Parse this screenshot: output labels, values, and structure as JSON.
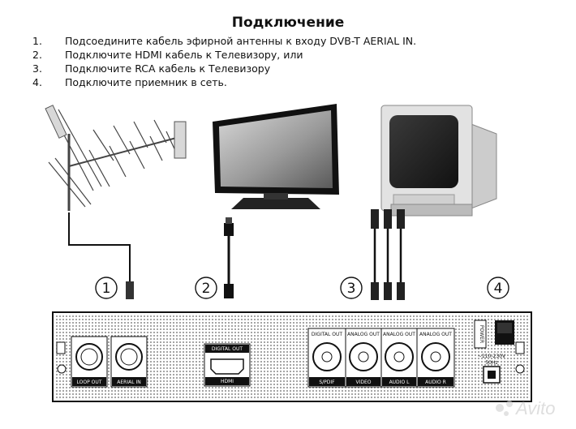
{
  "title": "Подключение",
  "steps": [
    {
      "num": "1.",
      "text": "Подсоедините кабель эфирной антенны к входу  DVB-T AERIAL IN."
    },
    {
      "num": "2.",
      "text": "Подключите HDMI кабель к Телевизору, или"
    },
    {
      "num": "3.",
      "text": "Подключите RCA кабель к Телевизору"
    },
    {
      "num": "4.",
      "text": "Подключите приемник в сеть."
    }
  ],
  "markers": [
    "1",
    "2",
    "3",
    "4"
  ],
  "ports": {
    "loop_out": "LOOP OUT",
    "aerial_in": "AERIAL IN",
    "digital_out_header": "DIGITAL OUT",
    "hdmi": "HDMI",
    "digital_out": "DIGITAL OUT",
    "spdif": "S/PDIF",
    "analog_out": "ANALOG OUT",
    "video": "VIDEO",
    "audio_l": "AUDIO L",
    "audio_r": "AUDIO R",
    "power": "POWER",
    "voltage": "~110-230V",
    "freq": "50Hz"
  },
  "watermark": "Avito"
}
